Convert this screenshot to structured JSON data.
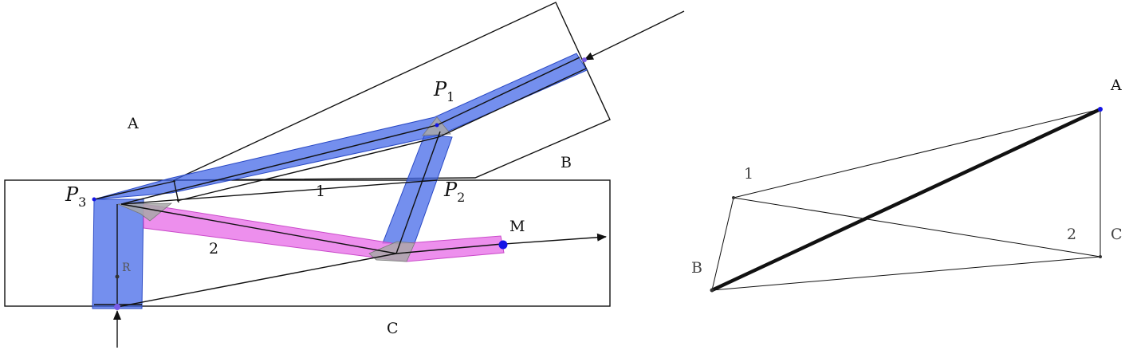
{
  "left_diagram": {
    "region_labels": {
      "a": "A",
      "b": "B",
      "c": "C"
    },
    "point_labels": {
      "p1": {
        "base": "P",
        "sub": "1"
      },
      "p2": {
        "base": "P",
        "sub": "2"
      },
      "p3": {
        "base": "P",
        "sub": "3"
      }
    },
    "path_labels": {
      "one": "1",
      "two": "2"
    },
    "marker_labels": {
      "m": "M",
      "r": "R"
    }
  },
  "right_diagram": {
    "vertex_labels": {
      "a": "A",
      "b": "B",
      "c": "C",
      "one": "1",
      "two": "2"
    }
  },
  "colors": {
    "blue_band": "#3e64e8",
    "pink_band": "#e873e8",
    "gray_patch": "#aaaaaa",
    "dot_blue": "#1414e6",
    "dot_purple": "#7a5ce8",
    "line": "#111111"
  }
}
